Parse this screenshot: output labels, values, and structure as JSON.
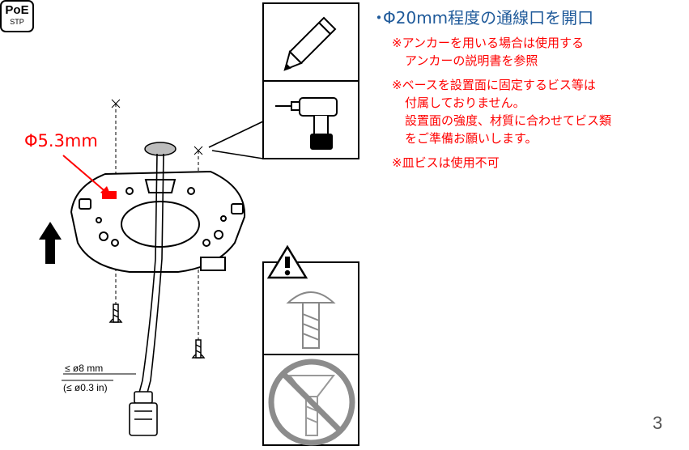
{
  "heading": {
    "bullet": "・",
    "text": "Φ20mm程度の通線口を開口"
  },
  "notes": {
    "anchor_line1": "※アンカーを用いる場合は使用する",
    "anchor_line2": "アンカーの説明書を参照",
    "screws_line1": "※ベースを設置面に固定するビス等は",
    "screws_line2": "付属しておりません。",
    "screws_line3": "設置面の強度、材質に合わせてビス類",
    "screws_line4": "をご準備お願いします。",
    "flat_head": "※皿ビスは使用不可"
  },
  "illustration": {
    "hole_size_label": "Φ5.3mm",
    "poe_badge": {
      "title": "PoE",
      "subtitle": "STP"
    },
    "cable_spec_mm": "≤ ø8 mm",
    "cable_spec_in": "(≤ ø0.3 in)",
    "icons": [
      "pencil-icon",
      "drill-icon",
      "warning-icon",
      "screw-icon",
      "prohibited-countersunk-screw-icon",
      "up-arrow-icon"
    ]
  },
  "page_number": "3",
  "colors": {
    "heading": "#1f5a9a",
    "notes": "#ff0000",
    "prohibited": "#8c8c8c"
  }
}
